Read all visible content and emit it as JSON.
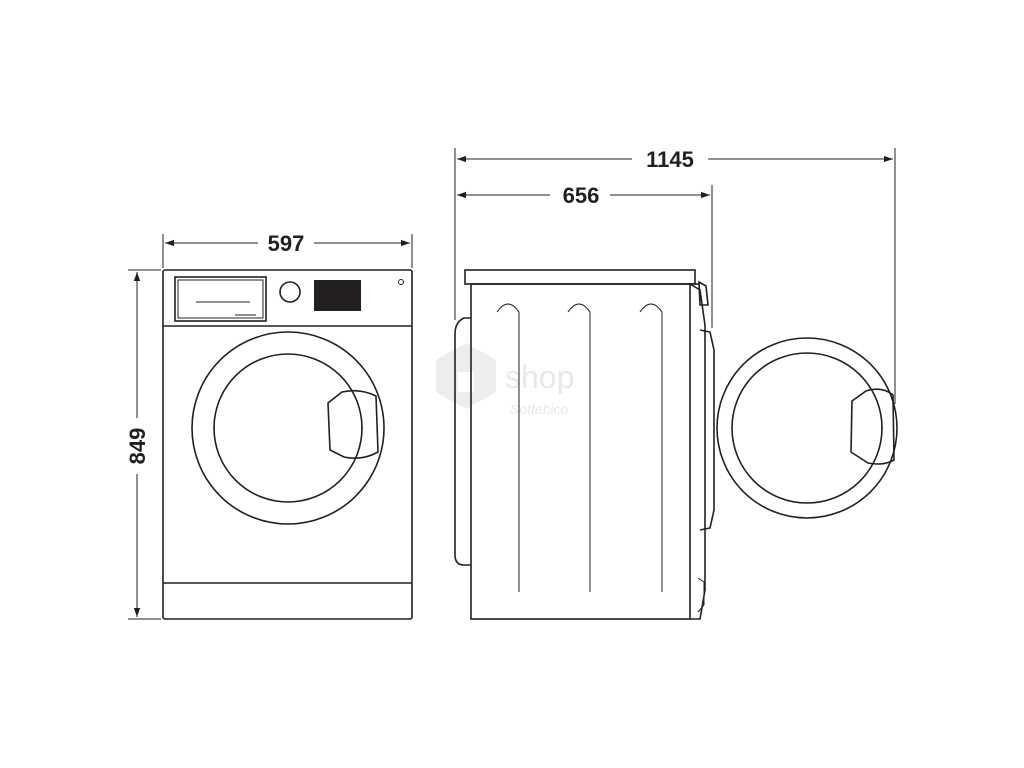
{
  "dimensions": {
    "width": "597",
    "height": "849",
    "depth": "656",
    "depth_door_open": "1145"
  },
  "watermark": {
    "text_main": "shop",
    "text_sub": "Sottebico"
  },
  "colors": {
    "line": "#231f20",
    "watermark": "#e6e6e6",
    "background": "#ffffff"
  }
}
